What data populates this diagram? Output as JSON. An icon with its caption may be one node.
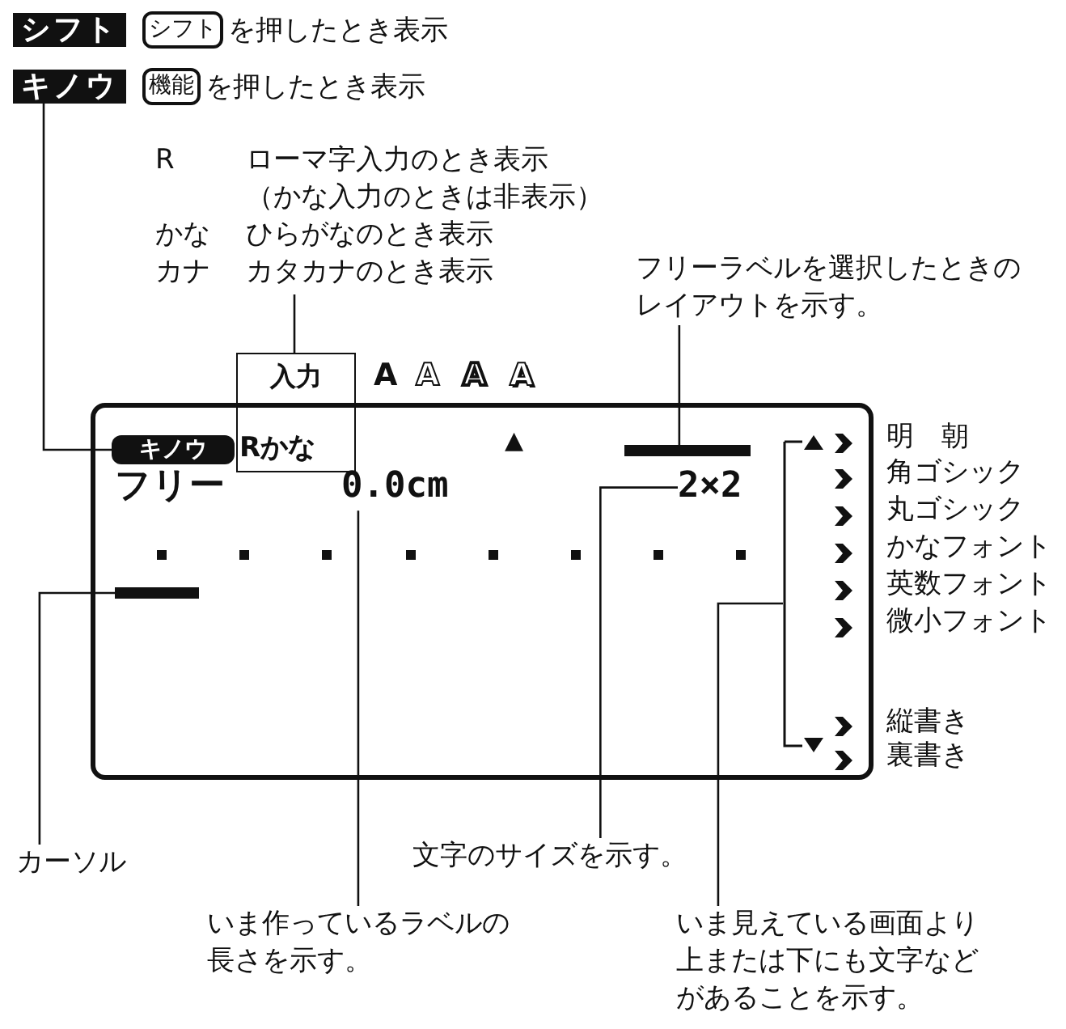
{
  "diagram": {
    "nodes": [
      {
        "text": [
          "シフト"
        ]
      },
      {
        "text": [
          "シフト"
        ],
        "beside": [
          "を押したとき表示"
        ]
      },
      {
        "text": [
          "キノウ"
        ]
      },
      {
        "text": [
          "機能"
        ],
        "beside": [
          "を押したとき表示"
        ]
      },
      {
        "text": [
          "R",
          "ローマ字入力のとき表示",
          "（かな入力のときは非表示）",
          "かな",
          "ひらがなのとき表示",
          "カナ",
          "カタカナのとき表示"
        ]
      },
      {
        "text": [
          "入力",
          "Rかな"
        ]
      },
      {
        "text": [
          "フリーラベルを選択したときのレイアウトを示す。"
        ]
      },
      {
        "text": [],
        "shape": "box"
      },
      {
        "text": [
          "キノウ"
        ],
        "in": 7
      },
      {
        "text": [
          "フリー"
        ],
        "in": 7
      },
      {
        "text": [
          "0.0cm"
        ],
        "in": 7
      },
      {
        "text": [
          "2×2"
        ],
        "in": 7
      },
      {
        "text": [],
        "shape": "bar",
        "in": 7
      },
      {
        "text": [],
        "shape": "bar",
        "in": 7
      },
      {
        "text": [],
        "shape": "bracket",
        "in": 7
      },
      {
        "text": [
          "カーソル"
        ]
      },
      {
        "text": [
          "文字のサイズを示す。"
        ]
      },
      {
        "text": [
          "いま作っているラベルの長さを示す。"
        ]
      },
      {
        "text": [
          "いま見えている画面より上または下にも文字などがあることを示す。"
        ]
      }
    ],
    "edges": [
      {
        "from": 2,
        "to": 8,
        "arrow": "none"
      },
      {
        "from": 4,
        "to": 5,
        "arrow": "none"
      },
      {
        "from": 6,
        "to": 12,
        "arrow": "none"
      },
      {
        "from": 15,
        "to": 13,
        "arrow": "none"
      },
      {
        "from": 16,
        "to": 11,
        "arrow": "none"
      },
      {
        "from": 17,
        "to": 10,
        "arrow": "none"
      },
      {
        "from": 18,
        "to": 14,
        "arrow": "none"
      }
    ],
    "labels": [
      "▲",
      "A",
      "A",
      "A",
      "A",
      "明　朝",
      "角ゴシック",
      "丸ゴシック",
      "かなフォント",
      "英数フォント",
      "微小フォント",
      "縦書き",
      "裏書き"
    ]
  }
}
